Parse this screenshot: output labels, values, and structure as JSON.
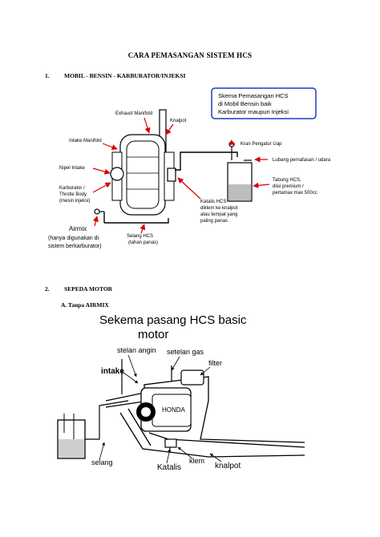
{
  "doc": {
    "title": "CARA PEMASANGAN SISTEM HCS",
    "section1": {
      "num": "1.",
      "label": "MOBIL - BENSIN - KARBURATOR/INJEKSI"
    },
    "section2": {
      "num": "2.",
      "label": "SEPEDA MOTOR"
    },
    "section2a": {
      "label": "A. Tanpa AIRMIX"
    }
  },
  "diagram_car": {
    "callout_line1": "Skema Pemasangan HCS",
    "callout_line2": "di Mobil Bensin baik",
    "callout_line3": "Karburator maupun Injeksi",
    "exhaust_manifold": "Exhaust Manifold",
    "knalpot": "Knalpot",
    "intake_manifold": "Intake Manifold",
    "kran": "Kran Pengatur Uap",
    "lubang": "Lubang pernafasan / udara",
    "nipel": "Nipel Intake",
    "karb_1": "Karburator /",
    "karb_2": "Throtle Body",
    "karb_3": "(mesin injeksi)",
    "tabung_1": "Tabung HCS,",
    "tabung_2": "diisi premium /",
    "tabung_3": "pertamax max 500cc",
    "katalis_1": "Katalis HCS",
    "katalis_2": "diklem ke knalpot",
    "katalis_3": "atau tempat yang",
    "katalis_4": "paling panas",
    "airmix_1": "Airmix",
    "airmix_2": "(hanya digunakan di",
    "airmix_3": "sistem berkarburator)",
    "selang_1": "Selang HCS",
    "selang_2": "(tahan panas)"
  },
  "diagram_moto": {
    "title_1": "Sekema pasang HCS basic",
    "title_2": "motor",
    "stelan_angin": "stelan angin",
    "stelan_gas": "setelan gas",
    "filter": "filter",
    "intake": "intake",
    "honda": "HONDA",
    "selang": "selang",
    "katalis": "Katalis",
    "klem": "klem",
    "knalpot": "knalpot"
  },
  "colors": {
    "arrow": "#d40000",
    "callout_border": "#1a3cc8",
    "ink": "#000000",
    "liquid": "#bdbdbd"
  }
}
